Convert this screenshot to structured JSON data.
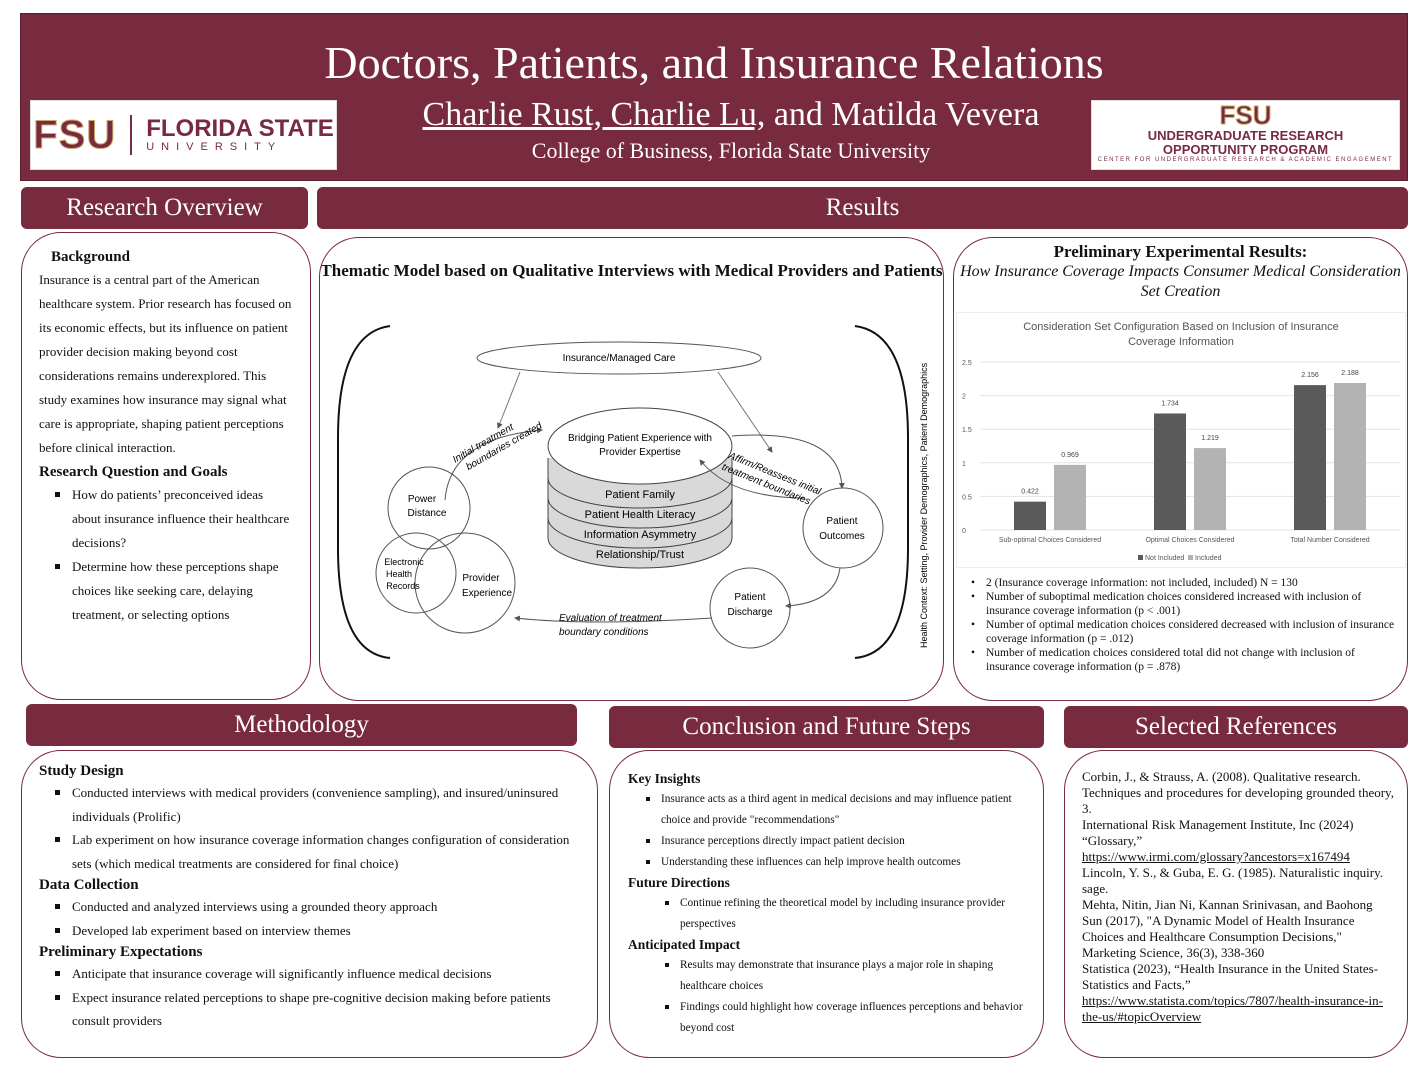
{
  "header": {
    "title": "Doctors, Patients, and Insurance Relations",
    "authors_underlined": "Charlie Rust, Charlie Lu,",
    "authors_rest": " and Matilda Vevera",
    "affiliation": "College of Business, Florida State University",
    "logo_left": {
      "mark": "FSU",
      "name": "FLORIDA STATE",
      "sub": "UNIVERSITY"
    },
    "logo_right": {
      "mark": "FSU",
      "line1": "UNDERGRADUATE RESEARCH",
      "line2": "OPPORTUNITY PROGRAM",
      "line3": "CENTER FOR UNDERGRADUATE RESEARCH & ACADEMIC ENGAGEMENT"
    }
  },
  "colors": {
    "maroon": "#782a3f",
    "gold": "#c8a96a",
    "bar_dark": "#5a5a5a",
    "bar_light": "#b3b3b3"
  },
  "sections": {
    "overview": "Research Overview",
    "results": "Results",
    "methodology": "Methodology",
    "conclusion": "Conclusion and Future Steps",
    "references": "Selected References"
  },
  "overview": {
    "background_h": "Background",
    "background": "Insurance is a central part of the American healthcare system. Prior research has focused on its economic effects, but its influence on patient provider decision making beyond cost considerations remains underexplored. This study examines how insurance may signal what care is appropriate, shaping patient perceptions before clinical interaction.",
    "rq_h": "Research Question and Goals",
    "rq": [
      "How do patients’ preconceived ideas about insurance influence their healthcare decisions?",
      "Determine how these perceptions shape choices like seeking care, delaying treatment, or selecting options"
    ]
  },
  "thematic": {
    "title": "Thematic Model based on Qualitative Interviews with Medical Providers and Patients",
    "insurance": "Insurance/Managed Care",
    "core1": "Bridging Patient Experience with",
    "core2": "Provider Expertise",
    "layers": [
      "Patient Family",
      "Patient Health Literacy",
      "Information Asymmetry",
      "Relationship/Trust"
    ],
    "power1": "Power",
    "power2": "Distance",
    "ehr": [
      "Electronic",
      "Health",
      "Records"
    ],
    "prov1": "Provider",
    "prov2": "Experience",
    "out1": "Patient",
    "out2": "Outcomes",
    "dis1": "Patient",
    "dis2": "Discharge",
    "arrow_initial1": "Initial treatment",
    "arrow_initial2": "boundaries created",
    "arrow_affirm1": "Affirm/Reassess initial",
    "arrow_affirm2": "treatment boundaries",
    "arrow_eval1": "Evaluation of treatment",
    "arrow_eval2": "boundary conditions",
    "context": "Health Context: Setting, Provider Demographics, Patient Demographics"
  },
  "prelim": {
    "title": "Preliminary Experimental Results:",
    "subtitle": "How Insurance Coverage Impacts Consumer Medical Consideration Set Creation",
    "notes": [
      "2 (Insurance coverage information: not included, included) N = 130",
      "Number of suboptimal medication choices considered increased with inclusion of insurance coverage information (p < .001)",
      "Number of optimal medication choices considered decreased with inclusion of insurance coverage information (p = .012)",
      "Number of medication choices considered total did not change with inclusion of insurance coverage information (p = .878)"
    ]
  },
  "chart_data": {
    "type": "bar",
    "title": "Consideration Set Configuration Based on Inclusion of Insurance Coverage Information",
    "categories": [
      "Sub-optimal Choices Considered",
      "Optimal Choices Considered",
      "Total Number Considered"
    ],
    "series": [
      {
        "name": "Not Included",
        "values": [
          0.422,
          1.734,
          2.156
        ]
      },
      {
        "name": "Included",
        "values": [
          0.969,
          1.219,
          2.188
        ]
      }
    ],
    "ylim": [
      0,
      2.5
    ],
    "yticks": [
      "0",
      "0.5",
      "1",
      "1.5",
      "2",
      "2.5"
    ],
    "grid": true,
    "legend": "bottom"
  },
  "methodology": {
    "design_h": "Study Design",
    "design": [
      "Conducted interviews with medical providers (convenience sampling), and insured/uninsured individuals (Prolific)",
      "Lab experiment on how insurance coverage information changes configuration of consideration sets (which medical treatments are considered for final choice)"
    ],
    "data_h": "Data Collection",
    "data": [
      "Conducted and analyzed interviews using a grounded theory approach",
      "Developed lab experiment based on interview themes"
    ],
    "exp_h": "Preliminary Expectations",
    "exp": [
      "Anticipate that insurance coverage will significantly influence medical decisions",
      "Expect insurance related perceptions to shape pre-cognitive decision making before patients consult providers"
    ]
  },
  "conclusion": {
    "insights_h": "Key Insights",
    "insights": [
      "Insurance acts as a third agent in medical decisions and may influence patient choice and provide \"recommendations\"",
      "Insurance perceptions directly impact patient decision",
      "Understanding these influences can help improve health outcomes"
    ],
    "future_h": "Future Directions",
    "future": [
      "Continue refining the theoretical model by including insurance provider perspectives"
    ],
    "impact_h": "Anticipated Impact",
    "impact": [
      "Results may demonstrate that insurance plays a major role in shaping healthcare choices",
      "Findings could highlight how coverage influences perceptions and behavior beyond cost"
    ]
  },
  "references": [
    {
      "text": "Corbin, J., & Strauss, A. (2008). Qualitative research. Techniques and procedures for developing grounded theory, 3."
    },
    {
      "text": "International Risk Management Institute, Inc (2024) “Glossary,”",
      "link": "https://www.irmi.com/glossary?ancestors=x167494"
    },
    {
      "text": "Lincoln, Y. S., & Guba, E. G. (1985). Naturalistic inquiry. sage."
    },
    {
      "text": "Mehta, Nitin, Jian Ni, Kannan Srinivasan, and Baohong Sun (2017), \"A Dynamic Model of Health Insurance Choices and Healthcare Consumption Decisions,\" Marketing Science, 36(3), 338-360"
    },
    {
      "text": "Statistica (2023), “Health Insurance in the United States-Statistics and Facts,”",
      "link": "https://www.statista.com/topics/7807/health-insurance-in-the-us/#topicOverview"
    }
  ]
}
